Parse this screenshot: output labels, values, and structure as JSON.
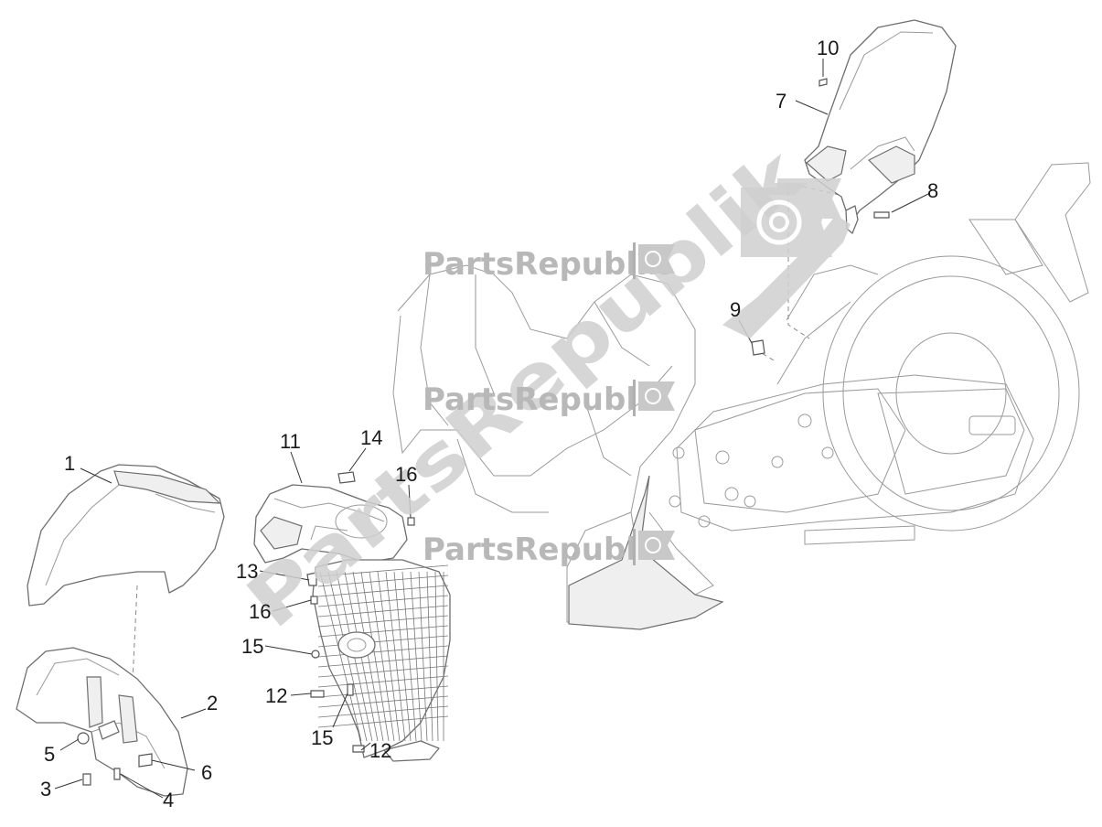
{
  "watermark": {
    "brand": "PartsRepublik",
    "diagonal": "PartsRepublik",
    "color": "#c4c4c4"
  },
  "callouts": [
    "1",
    "2",
    "3",
    "4",
    "5",
    "6",
    "7",
    "8",
    "9",
    "10",
    "11",
    "12",
    "12",
    "13",
    "14",
    "15",
    "15",
    "16",
    "16"
  ],
  "icons": [
    "gear-icon",
    "flag-icon"
  ]
}
